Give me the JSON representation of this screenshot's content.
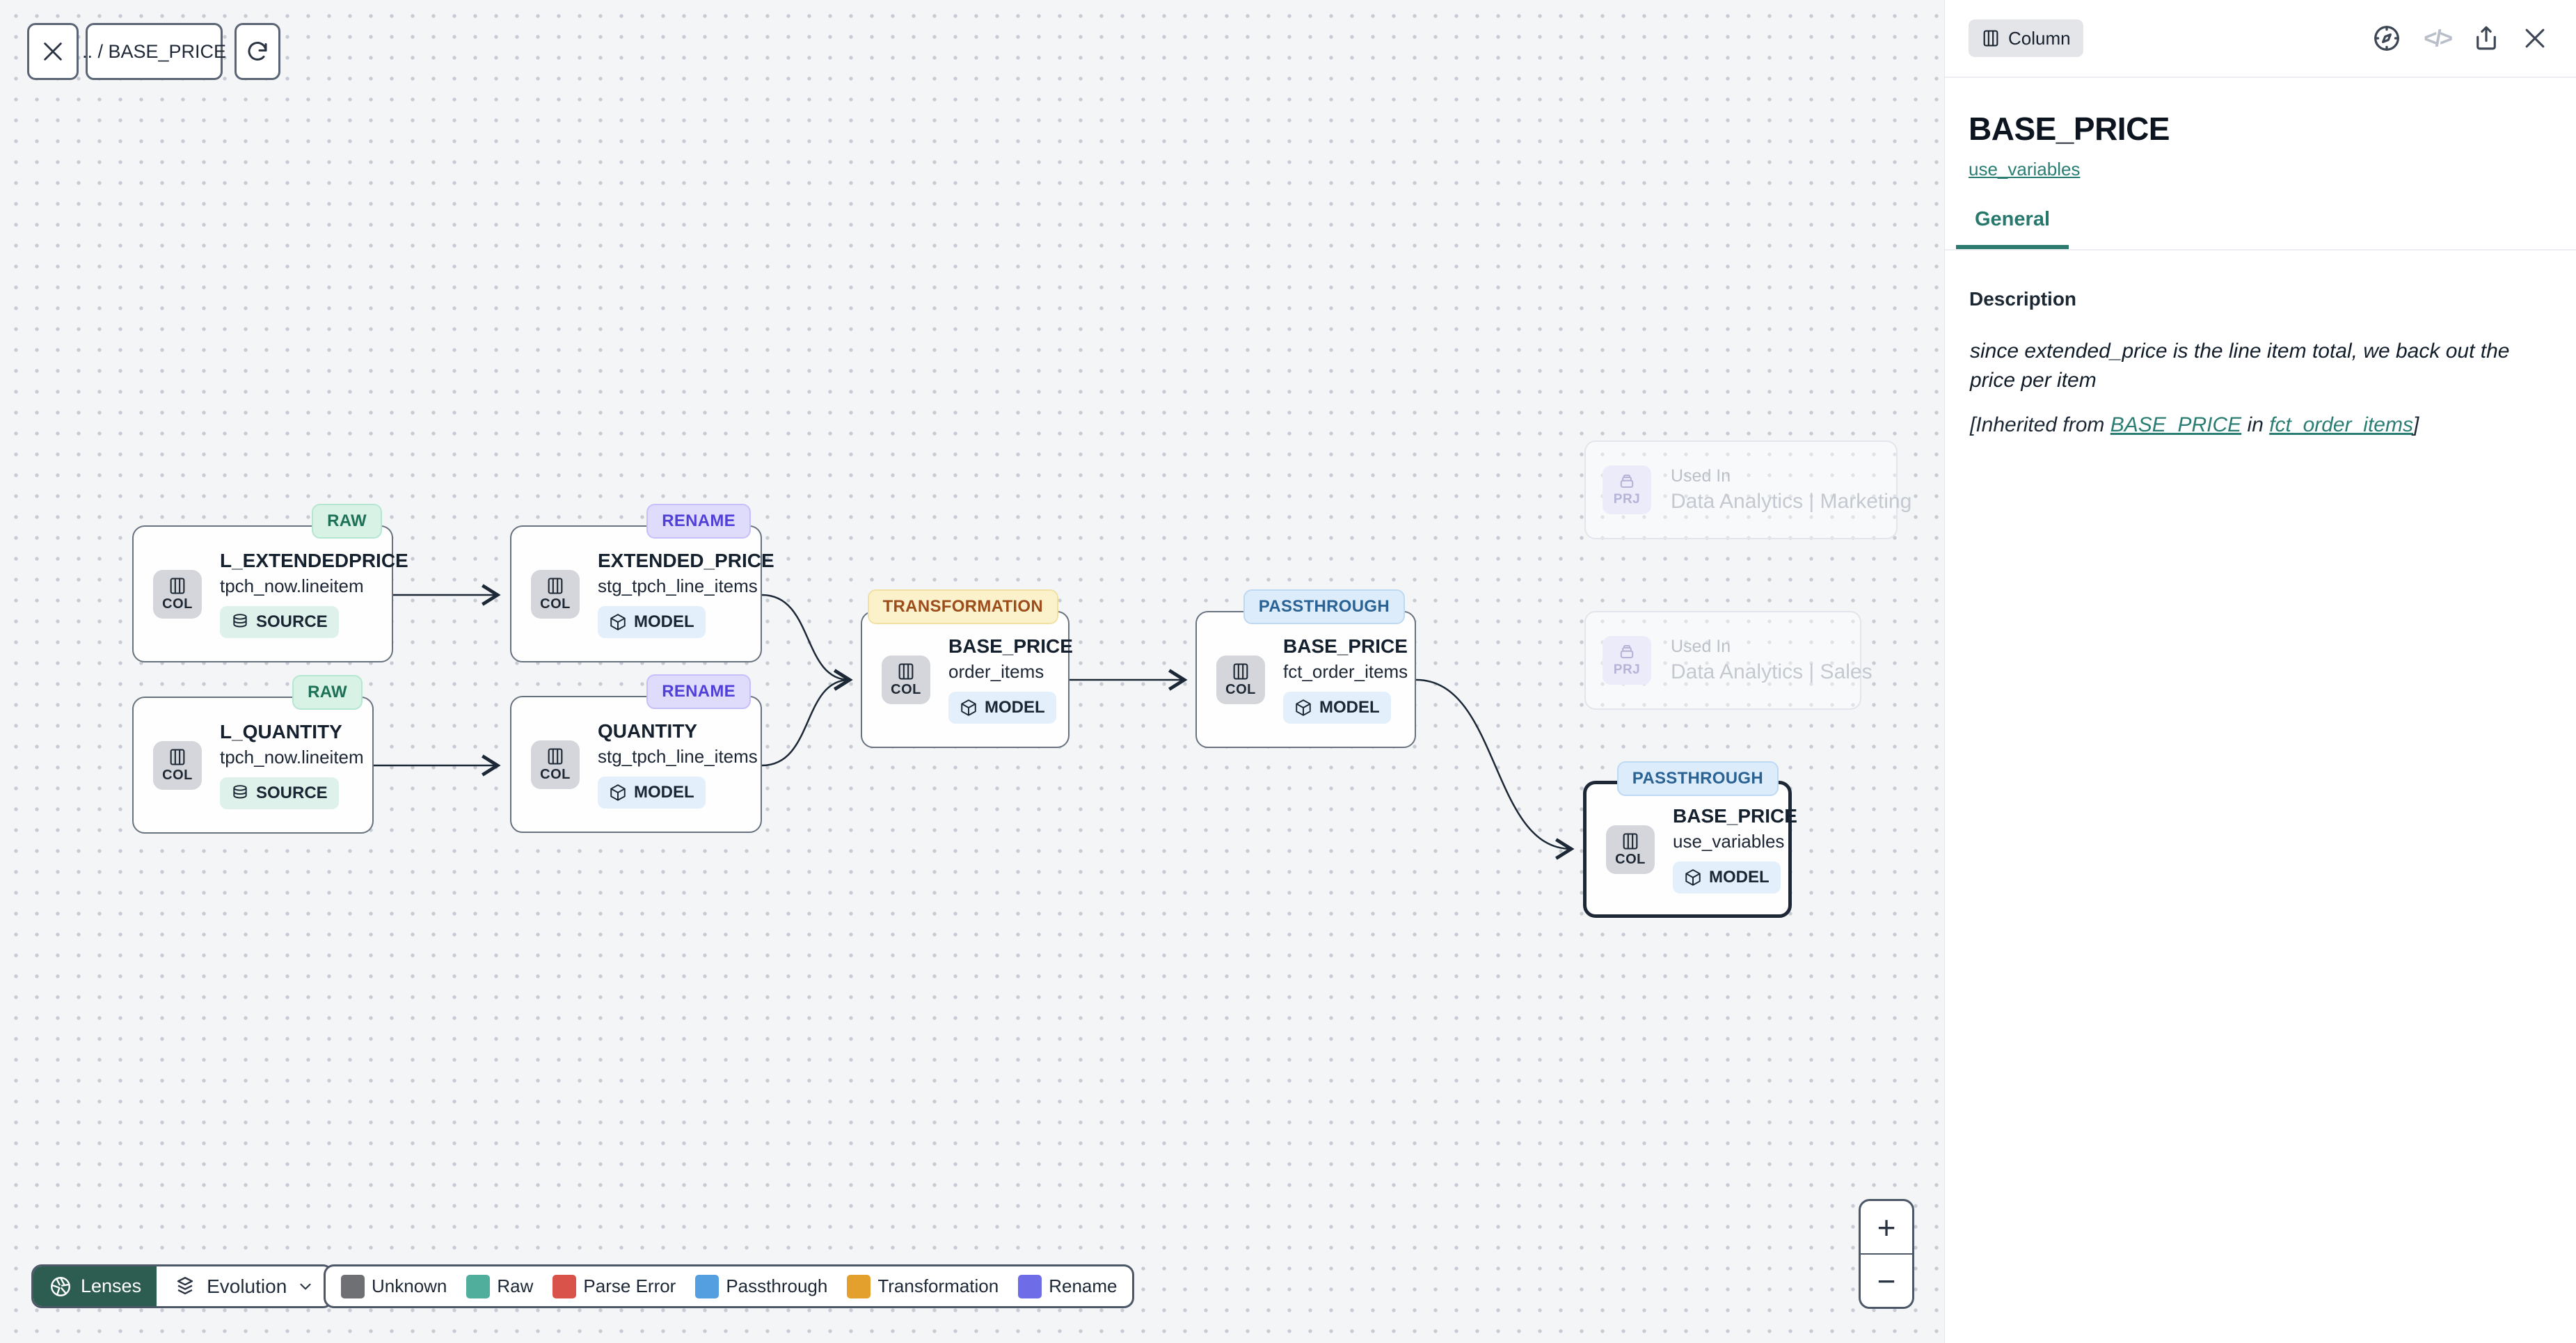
{
  "toolbar": {
    "breadcrumb": ".. / BASE_PRICE"
  },
  "canvas": {
    "nodes": [
      {
        "lineage_badge": "RAW",
        "badge_type": "raw",
        "entity_type": "COL",
        "title": "L_EXTENDEDPRICE",
        "model": "tpch_now.lineitem",
        "kind": "SOURCE"
      },
      {
        "lineage_badge": "RENAME",
        "badge_type": "rename",
        "entity_type": "COL",
        "title": "EXTENDED_PRICE",
        "model": "stg_tpch_line_items",
        "kind": "MODEL"
      },
      {
        "lineage_badge": "RAW",
        "badge_type": "raw",
        "entity_type": "COL",
        "title": "L_QUANTITY",
        "model": "tpch_now.lineitem",
        "kind": "SOURCE"
      },
      {
        "lineage_badge": "RENAME",
        "badge_type": "rename",
        "entity_type": "COL",
        "title": "QUANTITY",
        "model": "stg_tpch_line_items",
        "kind": "MODEL"
      },
      {
        "lineage_badge": "TRANSFORMATION",
        "badge_type": "transformation",
        "entity_type": "COL",
        "title": "BASE_PRICE",
        "model": "order_items",
        "kind": "MODEL"
      },
      {
        "lineage_badge": "PASSTHROUGH",
        "badge_type": "passthrough",
        "entity_type": "COL",
        "title": "BASE_PRICE",
        "model": "fct_order_items",
        "kind": "MODEL"
      },
      {
        "lineage_badge": "PASSTHROUGH",
        "badge_type": "passthrough",
        "entity_type": "COL",
        "title": "BASE_PRICE",
        "model": "use_variables",
        "kind": "MODEL",
        "selected": true
      }
    ],
    "used_in": [
      {
        "chip": "PRJ",
        "label": "Used In",
        "name": "Data Analytics | Marketing"
      },
      {
        "chip": "PRJ",
        "label": "Used In",
        "name": "Data Analytics | Sales"
      }
    ]
  },
  "lenses": {
    "label": "Lenses",
    "selected_lens": "Evolution"
  },
  "legend": {
    "items": [
      {
        "label": "Unknown",
        "color": "#6e7073"
      },
      {
        "label": "Raw",
        "color": "#4fae9c"
      },
      {
        "label": "Parse Error",
        "color": "#d9534a"
      },
      {
        "label": "Passthrough",
        "color": "#549fe0"
      },
      {
        "label": "Transformation",
        "color": "#e3a02d"
      },
      {
        "label": "Rename",
        "color": "#6f6ce8"
      }
    ]
  },
  "zoom_controls": {
    "zoom_in": "+",
    "zoom_out": "−"
  },
  "panel": {
    "type_badge": "Column",
    "title": "BASE_PRICE",
    "model_link": "use_variables",
    "tabs": [
      {
        "label": "General",
        "active": true
      }
    ],
    "description": {
      "heading": "Description",
      "text": "since extended_price is the line item total, we back out the price per item",
      "inherited_prefix": "[Inherited from ",
      "inherited_link1": "BASE_PRICE",
      "inherited_mid": " in ",
      "inherited_link2": "fct_order_items",
      "inherited_suffix": "]"
    }
  },
  "colors": {
    "accent_teal": "#2d7a6e",
    "edge": "#1c2836",
    "canvas_bg": "#f3f5f7",
    "badge_types": {
      "raw": {
        "bg": "#d8f3e6",
        "text": "#1e7056",
        "border": "#b5e6d1"
      },
      "rename": {
        "bg": "#dedbfb",
        "text": "#5140d8",
        "border": "#c6c0fa"
      },
      "transformation": {
        "bg": "#fbf2cc",
        "text": "#9c4d1b",
        "border": "#f0e0a4"
      },
      "passthrough": {
        "bg": "#dcecfb",
        "text": "#2a6293",
        "border": "#bdd9f3"
      }
    },
    "kind_badges": {
      "SOURCE": {
        "bg": "#def1ea"
      },
      "MODEL": {
        "bg": "#e3f0fc"
      }
    }
  }
}
